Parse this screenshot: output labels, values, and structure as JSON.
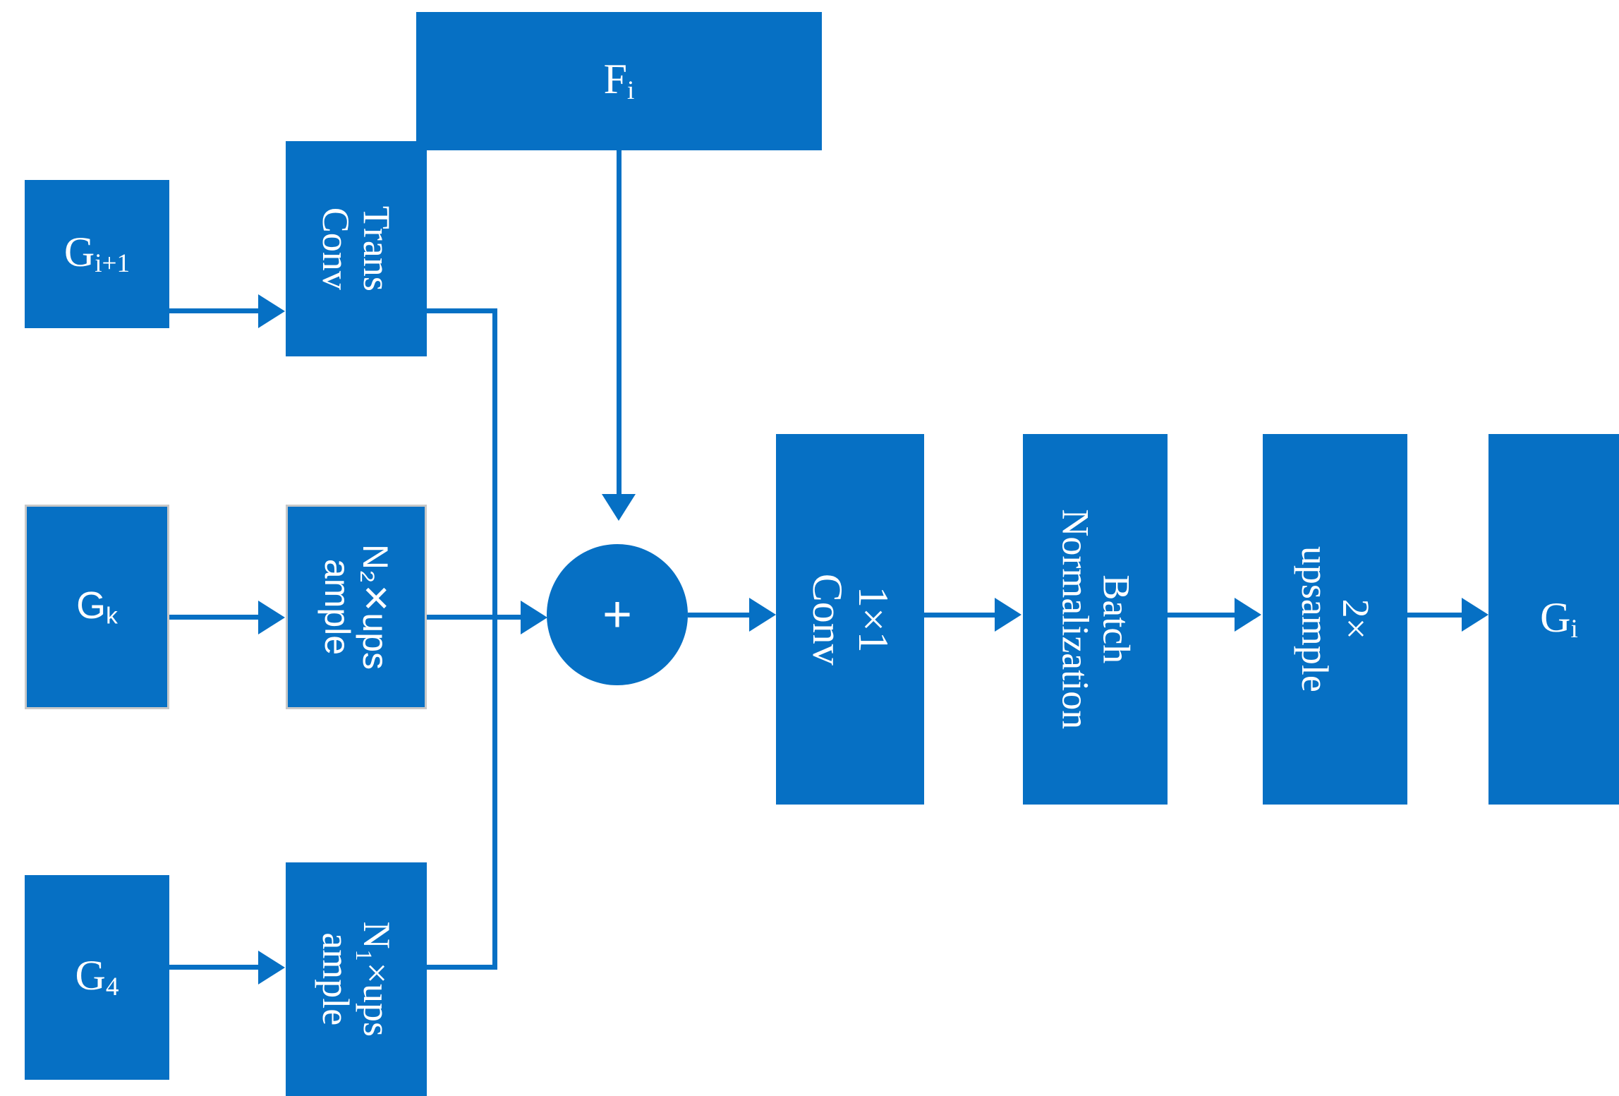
{
  "diagram": {
    "title": "Feature fusion / upsampling block",
    "colors": {
      "node_fill": "#0670c4",
      "node_border": "#c8c8c8",
      "label_text": "#ffffff",
      "background": "#ffffff",
      "connector": "#0670c4"
    },
    "nodes": {
      "f_i": {
        "label": "F",
        "sub": "i",
        "full": "F_i"
      },
      "g_i_plus_1": {
        "label": "G",
        "sub": "i+1",
        "full": "G_i+1"
      },
      "trans_conv": {
        "label": "Trans\nConv",
        "full": "Trans Conv"
      },
      "g_k": {
        "label": "G",
        "sub": "k",
        "full": "G_k"
      },
      "n2_upsample": {
        "label": "N₂✕ups\nample",
        "full": "N2 x upsample"
      },
      "g_4": {
        "label": "G",
        "sub": "4",
        "full": "G_4"
      },
      "n1_upsample": {
        "label": "N₁×ups\nample",
        "full": "N1 x upsample"
      },
      "sum": {
        "label": "+",
        "full": "element-wise sum"
      },
      "conv_1x1": {
        "label": "1×1 Conv",
        "full": "1x1 Conv"
      },
      "batch_norm": {
        "label": "Batch\nNormalization",
        "full": "Batch Normalization"
      },
      "upsample_2x": {
        "label": "2× upsample",
        "full": "2x upsample"
      },
      "g_out": {
        "label": "G",
        "sub": "i",
        "full": "G_i"
      }
    },
    "edges": [
      {
        "from": "g_i_plus_1",
        "to": "trans_conv",
        "kind": "arrow-right"
      },
      {
        "from": "g_k",
        "to": "n2_upsample",
        "kind": "arrow-right"
      },
      {
        "from": "g_4",
        "to": "n1_upsample",
        "kind": "arrow-right"
      },
      {
        "from": "trans_conv",
        "to": "sum",
        "kind": "elbow-down-right"
      },
      {
        "from": "n2_upsample",
        "to": "sum",
        "kind": "arrow-right"
      },
      {
        "from": "n1_upsample",
        "to": "sum",
        "kind": "elbow-up-right"
      },
      {
        "from": "f_i",
        "to": "sum",
        "kind": "arrow-down"
      },
      {
        "from": "sum",
        "to": "conv_1x1",
        "kind": "arrow-right"
      },
      {
        "from": "conv_1x1",
        "to": "batch_norm",
        "kind": "arrow-right"
      },
      {
        "from": "batch_norm",
        "to": "upsample_2x",
        "kind": "arrow-right"
      },
      {
        "from": "upsample_2x",
        "to": "g_out",
        "kind": "arrow-right"
      }
    ]
  }
}
